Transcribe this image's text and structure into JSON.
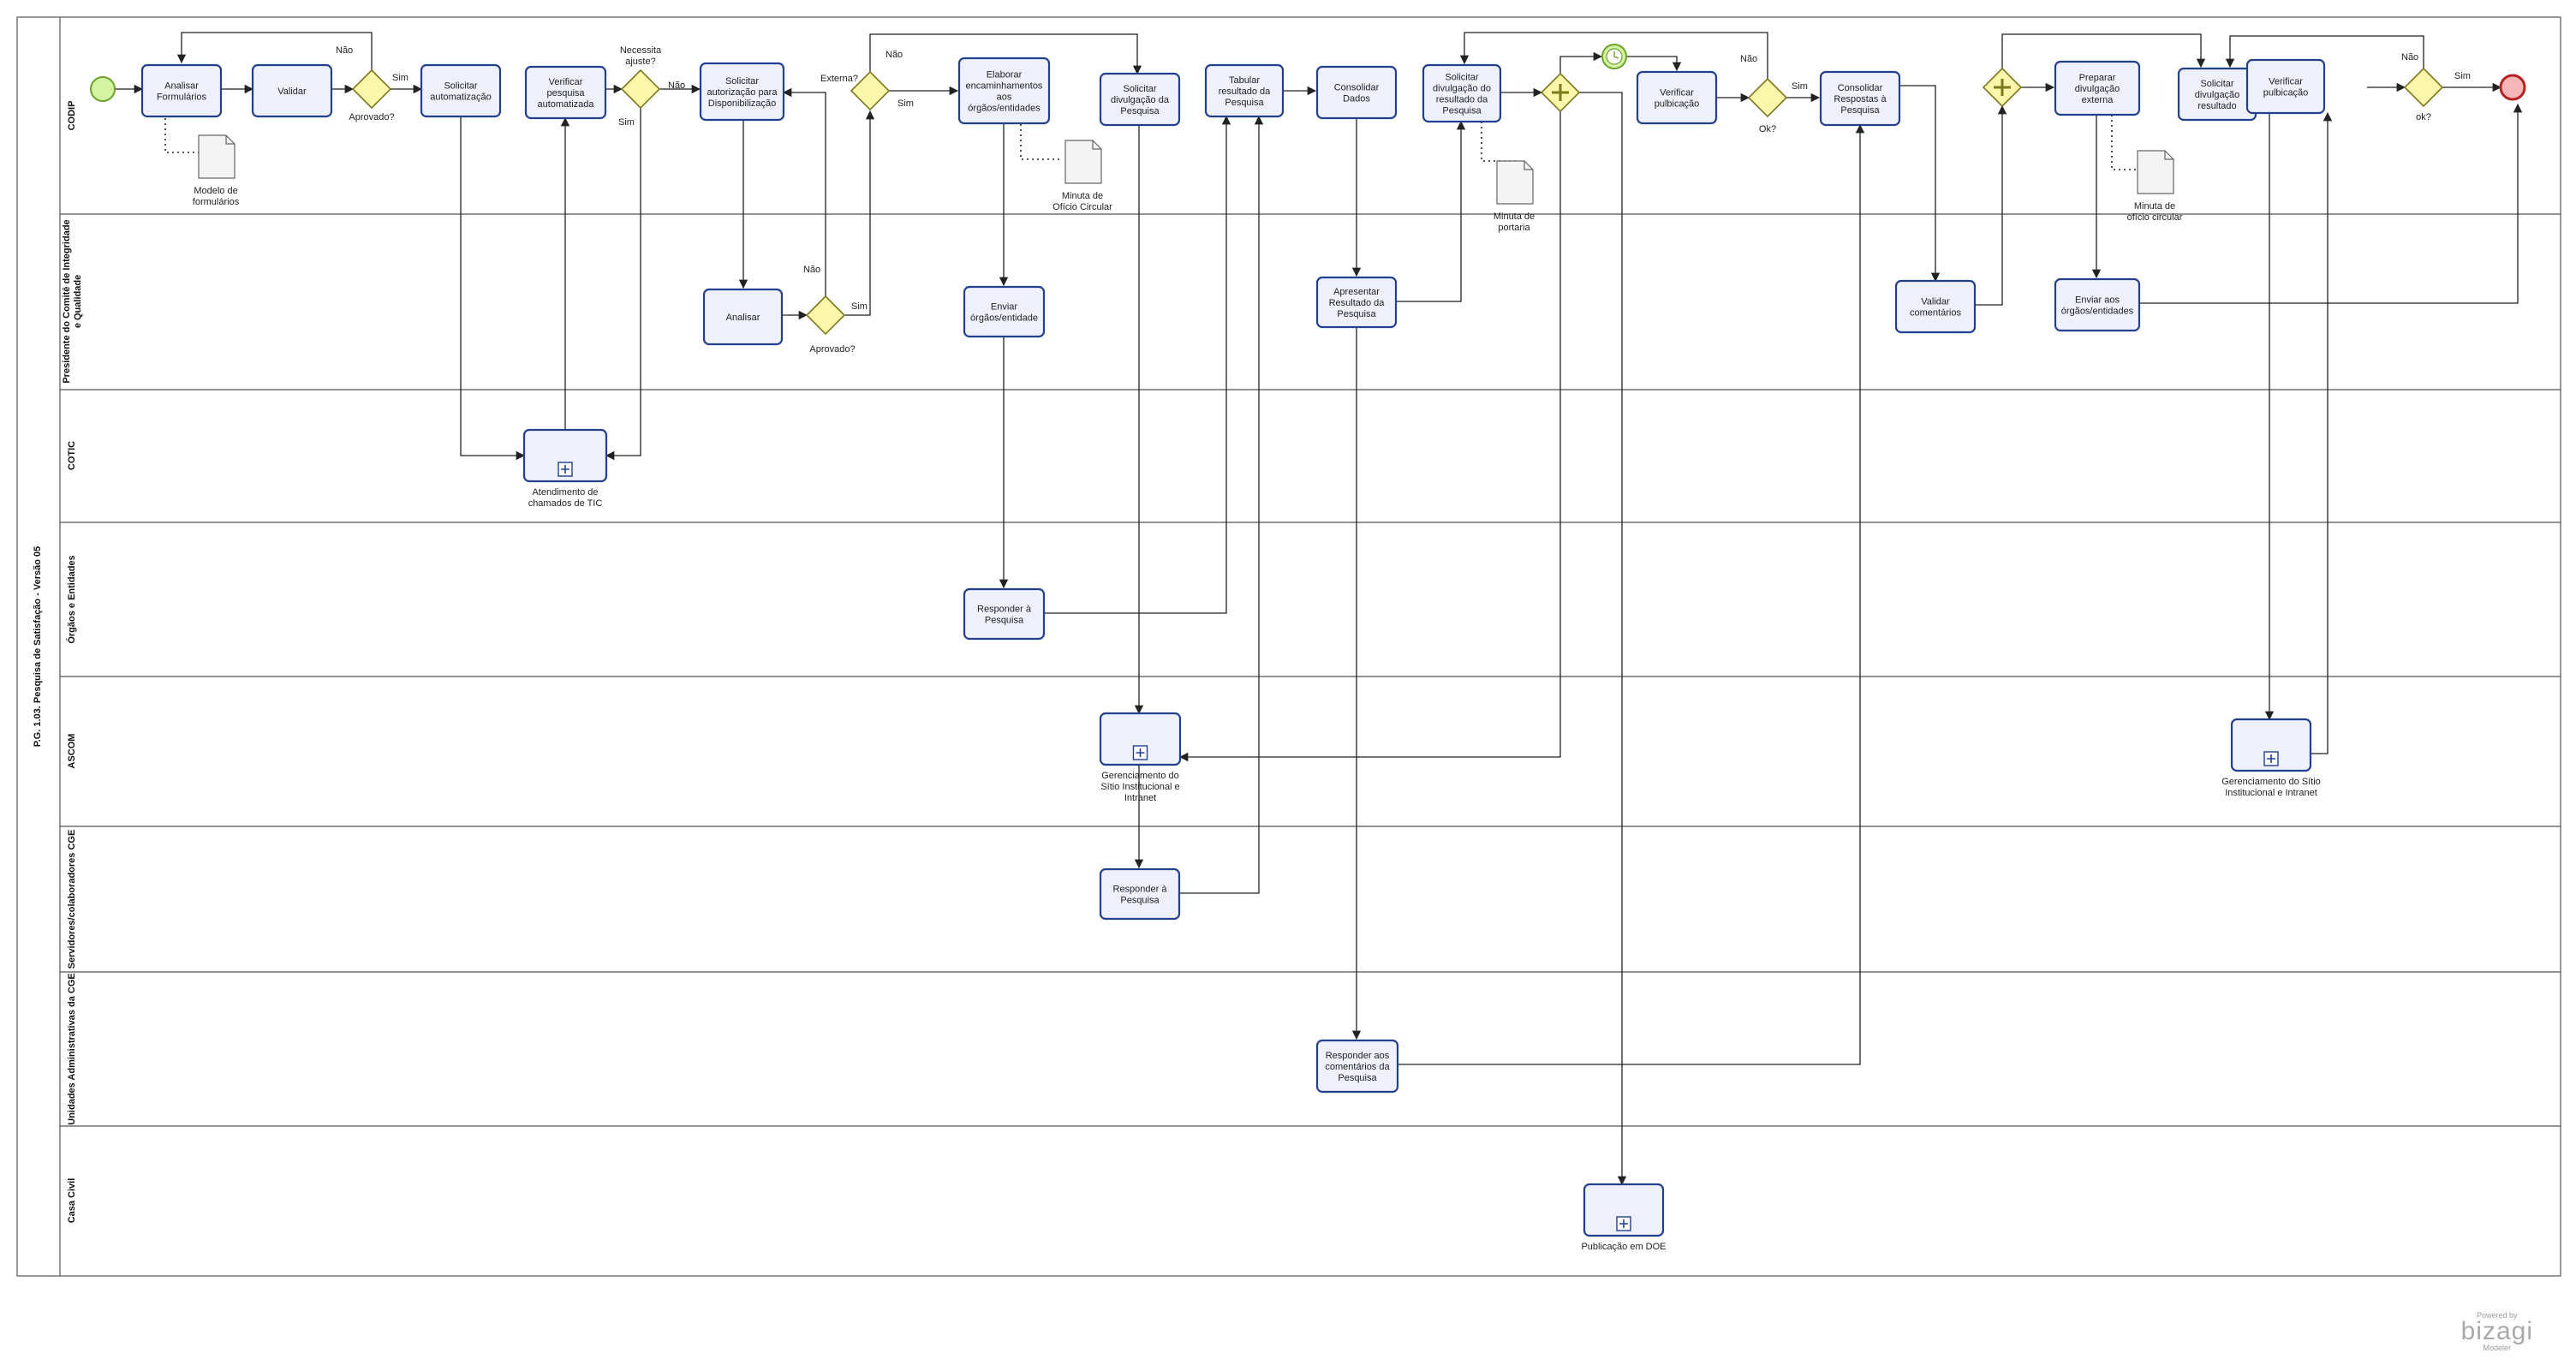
{
  "pool": {
    "title": "P.G. 1.03. Pesquisa de Satisfação - Versão 05"
  },
  "lanes": [
    {
      "id": "codip",
      "label": "CODIP"
    },
    {
      "id": "presidente",
      "label": "Presidente do Comitê de Integridade e Qualidade"
    },
    {
      "id": "cotic",
      "label": "COTIC"
    },
    {
      "id": "orgaos",
      "label": "Órgãos e Entidades"
    },
    {
      "id": "ascom",
      "label": "ASCOM"
    },
    {
      "id": "servidores",
      "label": "Servidores/colaboradores CGE"
    },
    {
      "id": "unidades",
      "label": "Unidades Administrativas da CGE"
    },
    {
      "id": "casa",
      "label": "Casa Civil"
    }
  ],
  "tasks": [
    {
      "id": "t_analisar_form",
      "lines": [
        "Analisar",
        "Formulários"
      ]
    },
    {
      "id": "t_validar",
      "lines": [
        "Validar"
      ]
    },
    {
      "id": "t_sol_autom",
      "lines": [
        "Solicitar",
        "automatização"
      ]
    },
    {
      "id": "t_verif_pesq",
      "lines": [
        "Verificar",
        "pesquisa",
        "automatizada"
      ]
    },
    {
      "id": "t_sol_autoriz",
      "lines": [
        "Solicitar",
        "autorização para",
        "Disponibilização"
      ]
    },
    {
      "id": "t_elaborar",
      "lines": [
        "Elaborar",
        "encaminhamentos",
        "aos",
        "órgãos/entidades"
      ]
    },
    {
      "id": "t_sol_divulg_pesq",
      "lines": [
        "Solicitar",
        "divulgação da",
        "Pesquisa"
      ]
    },
    {
      "id": "t_tabular",
      "lines": [
        "Tabular",
        "resultado da",
        "Pesquisa"
      ]
    },
    {
      "id": "t_consolidar",
      "lines": [
        "Consolidar",
        "Dados"
      ]
    },
    {
      "id": "t_sol_divulg_res",
      "lines": [
        "Solicitar",
        "divulgação do",
        "resultado da",
        "Pesquisa"
      ]
    },
    {
      "id": "t_verif_pub1",
      "lines": [
        "Verificar",
        "pulbicação"
      ]
    },
    {
      "id": "t_consol_resp",
      "lines": [
        "Consolidar",
        "Respostas  à",
        "Pesquisa"
      ]
    },
    {
      "id": "t_preparar",
      "lines": [
        "Preparar",
        "divulgação",
        "externa"
      ]
    },
    {
      "id": "t_sol_divulg_resultado",
      "lines": [
        "Solicitar",
        "divulgação",
        "resultado"
      ]
    },
    {
      "id": "t_verif_pub2",
      "lines": [
        "Verificar",
        "pulbicação"
      ]
    },
    {
      "id": "t_analisar",
      "lines": [
        "Analisar"
      ]
    },
    {
      "id": "t_enviar_orgao",
      "lines": [
        "Enviar",
        "órgãos/entidade"
      ]
    },
    {
      "id": "t_apresentar",
      "lines": [
        "Apresentar",
        "Resultado da",
        "Pesquisa"
      ]
    },
    {
      "id": "t_validar_com",
      "lines": [
        "Validar",
        "comentários"
      ]
    },
    {
      "id": "t_enviar_aos",
      "lines": [
        "Enviar aos",
        "órgãos/entidades"
      ]
    },
    {
      "id": "t_responder_orgaos",
      "lines": [
        "Responder à",
        "Pesquisa"
      ]
    },
    {
      "id": "t_responder_serv",
      "lines": [
        "Responder à",
        "Pesquisa"
      ]
    },
    {
      "id": "t_responder_com",
      "lines": [
        "Responder aos",
        "comentários da",
        "Pesquisa"
      ]
    }
  ],
  "subprocesses": [
    {
      "id": "s_atendimento",
      "lines": [
        "Atendimento de",
        "chamados de TIC"
      ]
    },
    {
      "id": "s_gerenc1",
      "lines": [
        "Gerenciamento do",
        "Sítio Institucional e",
        "Intranet"
      ]
    },
    {
      "id": "s_gerenc2",
      "lines": [
        "Gerenciamento do Sítio",
        "Institucional e Intranet"
      ]
    },
    {
      "id": "s_publicacao",
      "lines": [
        "Publicação em DOE"
      ]
    }
  ],
  "gateways": [
    {
      "id": "g_aprovado1",
      "label": "Aprovado?"
    },
    {
      "id": "g_ajuste",
      "label": "Necessita ajuste?"
    },
    {
      "id": "g_externa",
      "label": "Externa?"
    },
    {
      "id": "g_aprovado2",
      "label": "Aprovado?"
    },
    {
      "id": "g_ok1",
      "label": "Ok?"
    },
    {
      "id": "g_ok2",
      "label": "ok?"
    }
  ],
  "artifacts": [
    {
      "id": "d_modelo",
      "lines": [
        "Modelo de",
        "formulários"
      ]
    },
    {
      "id": "d_minuta_oficio",
      "lines": [
        "Minuta de",
        "Ofício Circular"
      ]
    },
    {
      "id": "d_minuta_portaria",
      "lines": [
        "Minuta de",
        "portaria"
      ]
    },
    {
      "id": "d_minuta_circular",
      "lines": [
        "Minuta de",
        "ofício circular"
      ]
    }
  ],
  "flow_labels": {
    "sim": "Sim",
    "nao": "Não"
  },
  "logo": {
    "powered": "Powered by",
    "brand": "bizagi",
    "edition": "Modeler"
  }
}
